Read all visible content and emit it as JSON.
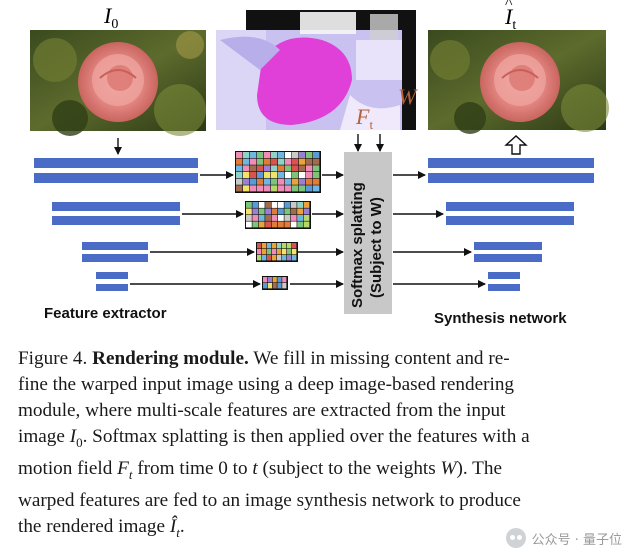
{
  "figure": {
    "input_label": "I",
    "input_label_sub": "0",
    "output_label": "I",
    "output_label_sub": "t",
    "flow_label": "F",
    "flow_label_sub": "t",
    "weight_label": "W",
    "splat_label_line1": "Softmax splatting",
    "splat_label_line2": "(Subject to W)",
    "extractor_label": "Feature extractor",
    "synthesis_label": "Synthesis network"
  },
  "caption": {
    "lines": [
      [
        {
          "t": "Figure 4. ",
          "s": "n"
        },
        {
          "t": "Rendering module.",
          "s": "b"
        },
        {
          "t": " We fill in missing content and re-",
          "s": "n"
        }
      ],
      [
        {
          "t": "fine the warped input image using a deep image-based rendering",
          "s": "n"
        }
      ],
      [
        {
          "t": "module, where multi-scale features are extracted from the input",
          "s": "n"
        }
      ],
      [
        {
          "t": "image ",
          "s": "n"
        },
        {
          "t": "I",
          "s": "i"
        },
        {
          "t": "0",
          "s": "sub"
        },
        {
          "t": ". Softmax splatting is then applied over the features with a",
          "s": "n"
        }
      ],
      [
        {
          "t": "motion field ",
          "s": "n"
        },
        {
          "t": "F",
          "s": "i"
        },
        {
          "t": "t",
          "s": "isub"
        },
        {
          "t": " from time 0 to ",
          "s": "n"
        },
        {
          "t": "t",
          "s": "i"
        },
        {
          "t": " (subject to the weights ",
          "s": "n"
        },
        {
          "t": "W",
          "s": "i"
        },
        {
          "t": "). The",
          "s": "n"
        }
      ],
      [
        {
          "t": "warped features are fed to an image synthesis network to produce",
          "s": "n"
        }
      ],
      [
        {
          "t": "the rendered image ",
          "s": "n"
        },
        {
          "t": "Î",
          "s": "i"
        },
        {
          "t": "t",
          "s": "isub"
        },
        {
          "t": ".",
          "s": "n"
        }
      ]
    ]
  },
  "watermark": {
    "text": "公众号 · 量子位"
  },
  "colors": {
    "feature_bar": "#4a6cc7",
    "splat_box": "#c8c8c8",
    "motion_magenta": "#e040d8",
    "motion_lavender": "#c9c2f0"
  }
}
